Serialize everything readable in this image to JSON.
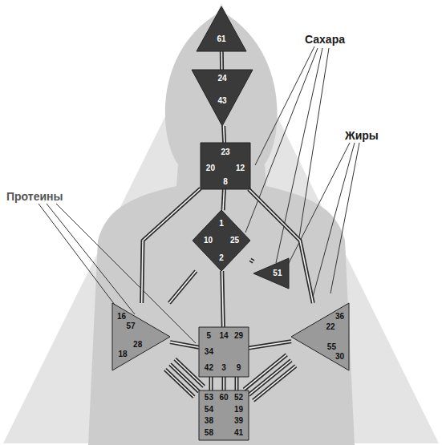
{
  "diagram": {
    "nodes": [
      {
        "text": [
          "61"
        ]
      },
      {
        "text": [
          "24",
          "43"
        ]
      },
      {
        "text": [
          "23",
          "20",
          "12",
          "8"
        ]
      },
      {
        "text": [
          "1",
          "10",
          "25",
          "2"
        ]
      },
      {
        "text": [
          "51"
        ]
      },
      {
        "text": [
          "16",
          "57",
          "28",
          "18"
        ]
      },
      {
        "text": [
          "36",
          "22",
          "55",
          "30"
        ]
      },
      {
        "text": [
          "5",
          "14",
          "29",
          "34",
          "42",
          "3",
          "9"
        ]
      },
      {
        "text": [
          "53",
          "60",
          "52",
          "54",
          "19",
          "38",
          "39",
          "58",
          "41"
        ]
      }
    ],
    "edges": [
      {
        "from": 0,
        "to": 1,
        "arrow": "none"
      },
      {
        "from": 1,
        "to": 2,
        "arrow": "none"
      },
      {
        "from": 2,
        "to": 3,
        "arrow": "none"
      },
      {
        "from": 2,
        "to": 5,
        "arrow": "none"
      },
      {
        "from": 2,
        "to": 6,
        "arrow": "none"
      },
      {
        "from": 3,
        "to": 4,
        "arrow": "none"
      },
      {
        "from": 3,
        "to": 7,
        "arrow": "none"
      },
      {
        "from": 3,
        "to": 5,
        "arrow": "none"
      },
      {
        "from": 5,
        "to": 7,
        "arrow": "none"
      },
      {
        "from": 6,
        "to": 7,
        "arrow": "none"
      },
      {
        "from": 7,
        "to": 8,
        "arrow": "none"
      },
      {
        "from": 7,
        "to": 8,
        "arrow": "none"
      },
      {
        "from": 7,
        "to": 8,
        "arrow": "none"
      },
      {
        "from": 5,
        "to": 8,
        "arrow": "none"
      },
      {
        "from": 5,
        "to": 8,
        "arrow": "none"
      },
      {
        "from": 5,
        "to": 8,
        "arrow": "none"
      },
      {
        "from": 6,
        "to": 8,
        "arrow": "none"
      },
      {
        "from": 6,
        "to": 8,
        "arrow": "none"
      },
      {
        "from": 6,
        "to": 8,
        "arrow": "none"
      }
    ],
    "labels": [
      "Сахара",
      "Жиры",
      "Протеины"
    ]
  }
}
